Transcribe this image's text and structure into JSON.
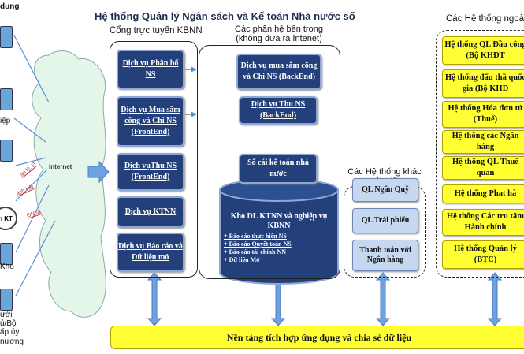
{
  "title": "Hệ thống Quản lý Ngân sách và Kế toán Nhà nước số",
  "left_labels": [
    "dung",
    "iệp",
    "Kho",
    "ưới",
    "ủ/Bộ",
    "ấp ủy",
    "nương"
  ],
  "left_partial_badge": "n KT",
  "diagonal_labels": [
    "ản lý, Đ",
    "ách HĐ",
    "ĐNhà"
  ],
  "internet": {
    "label": "Internet"
  },
  "portal": {
    "title": "Cổng trực tuyến KBNN",
    "items": [
      "Dịch vụ Phân bổ NS",
      "Dịch vụ Mua sắm công và Chi NS (FrontEnd)",
      "Dịch vụThu NS (FrontEnd)",
      "Dịch vụ KTNN",
      "Dịch vụ Báo cáo và Dữ liệu mở"
    ]
  },
  "internal": {
    "title": "Các phân hệ bên trong",
    "subtitle": "(không đưa ra Intenet)",
    "items": [
      "Dịch vụ mua sắm công và Chi NS (BackEnd)",
      "Dịch vụ Thu NS (BackEnd)",
      "Sổ cái kế toán nhà nước"
    ],
    "warehouse": {
      "title": "Kho DL KTNN và nghiệp vụ KBNN",
      "bullets": [
        "Báo cáo thực hiện NS",
        "Báo cáo Quyết toán NS",
        "Báo cáo tài chính NN",
        "Dữ liệu Mở"
      ]
    }
  },
  "other_kb": {
    "title": "Các Hệ thống khác của KB",
    "items": [
      "QL Ngân Quỹ",
      "QL Trái phiếu",
      "Thanh toán với Ngân hàng"
    ]
  },
  "external": {
    "title": "Các Hệ thống ngoài",
    "items": [
      "Hệ thống QL Đầu công (Bộ KHĐT",
      "Hệ thống đấu thầ quốc gia (Bộ KHĐ",
      "Hệ thống Hóa đơn tử (Thuế)",
      "Hệ thống các Ngân hàng",
      "Hệ thống QL Thuế quan",
      "Hệ thống Phat hà",
      "Hệ thống Các tru tâm Hành chính",
      "Hệ thống Quản lý (BTC)"
    ]
  },
  "platform": {
    "label": "Nền tảng tích hợp ứng dụng và chia sẻ dữ liệu"
  },
  "colors": {
    "navy_box": "#24407a",
    "light_blue_box": "#c6d8f0",
    "yellow": "#ffff33",
    "arrow_blue": "#5b8fd6",
    "cloud": "#e4f5e9"
  }
}
